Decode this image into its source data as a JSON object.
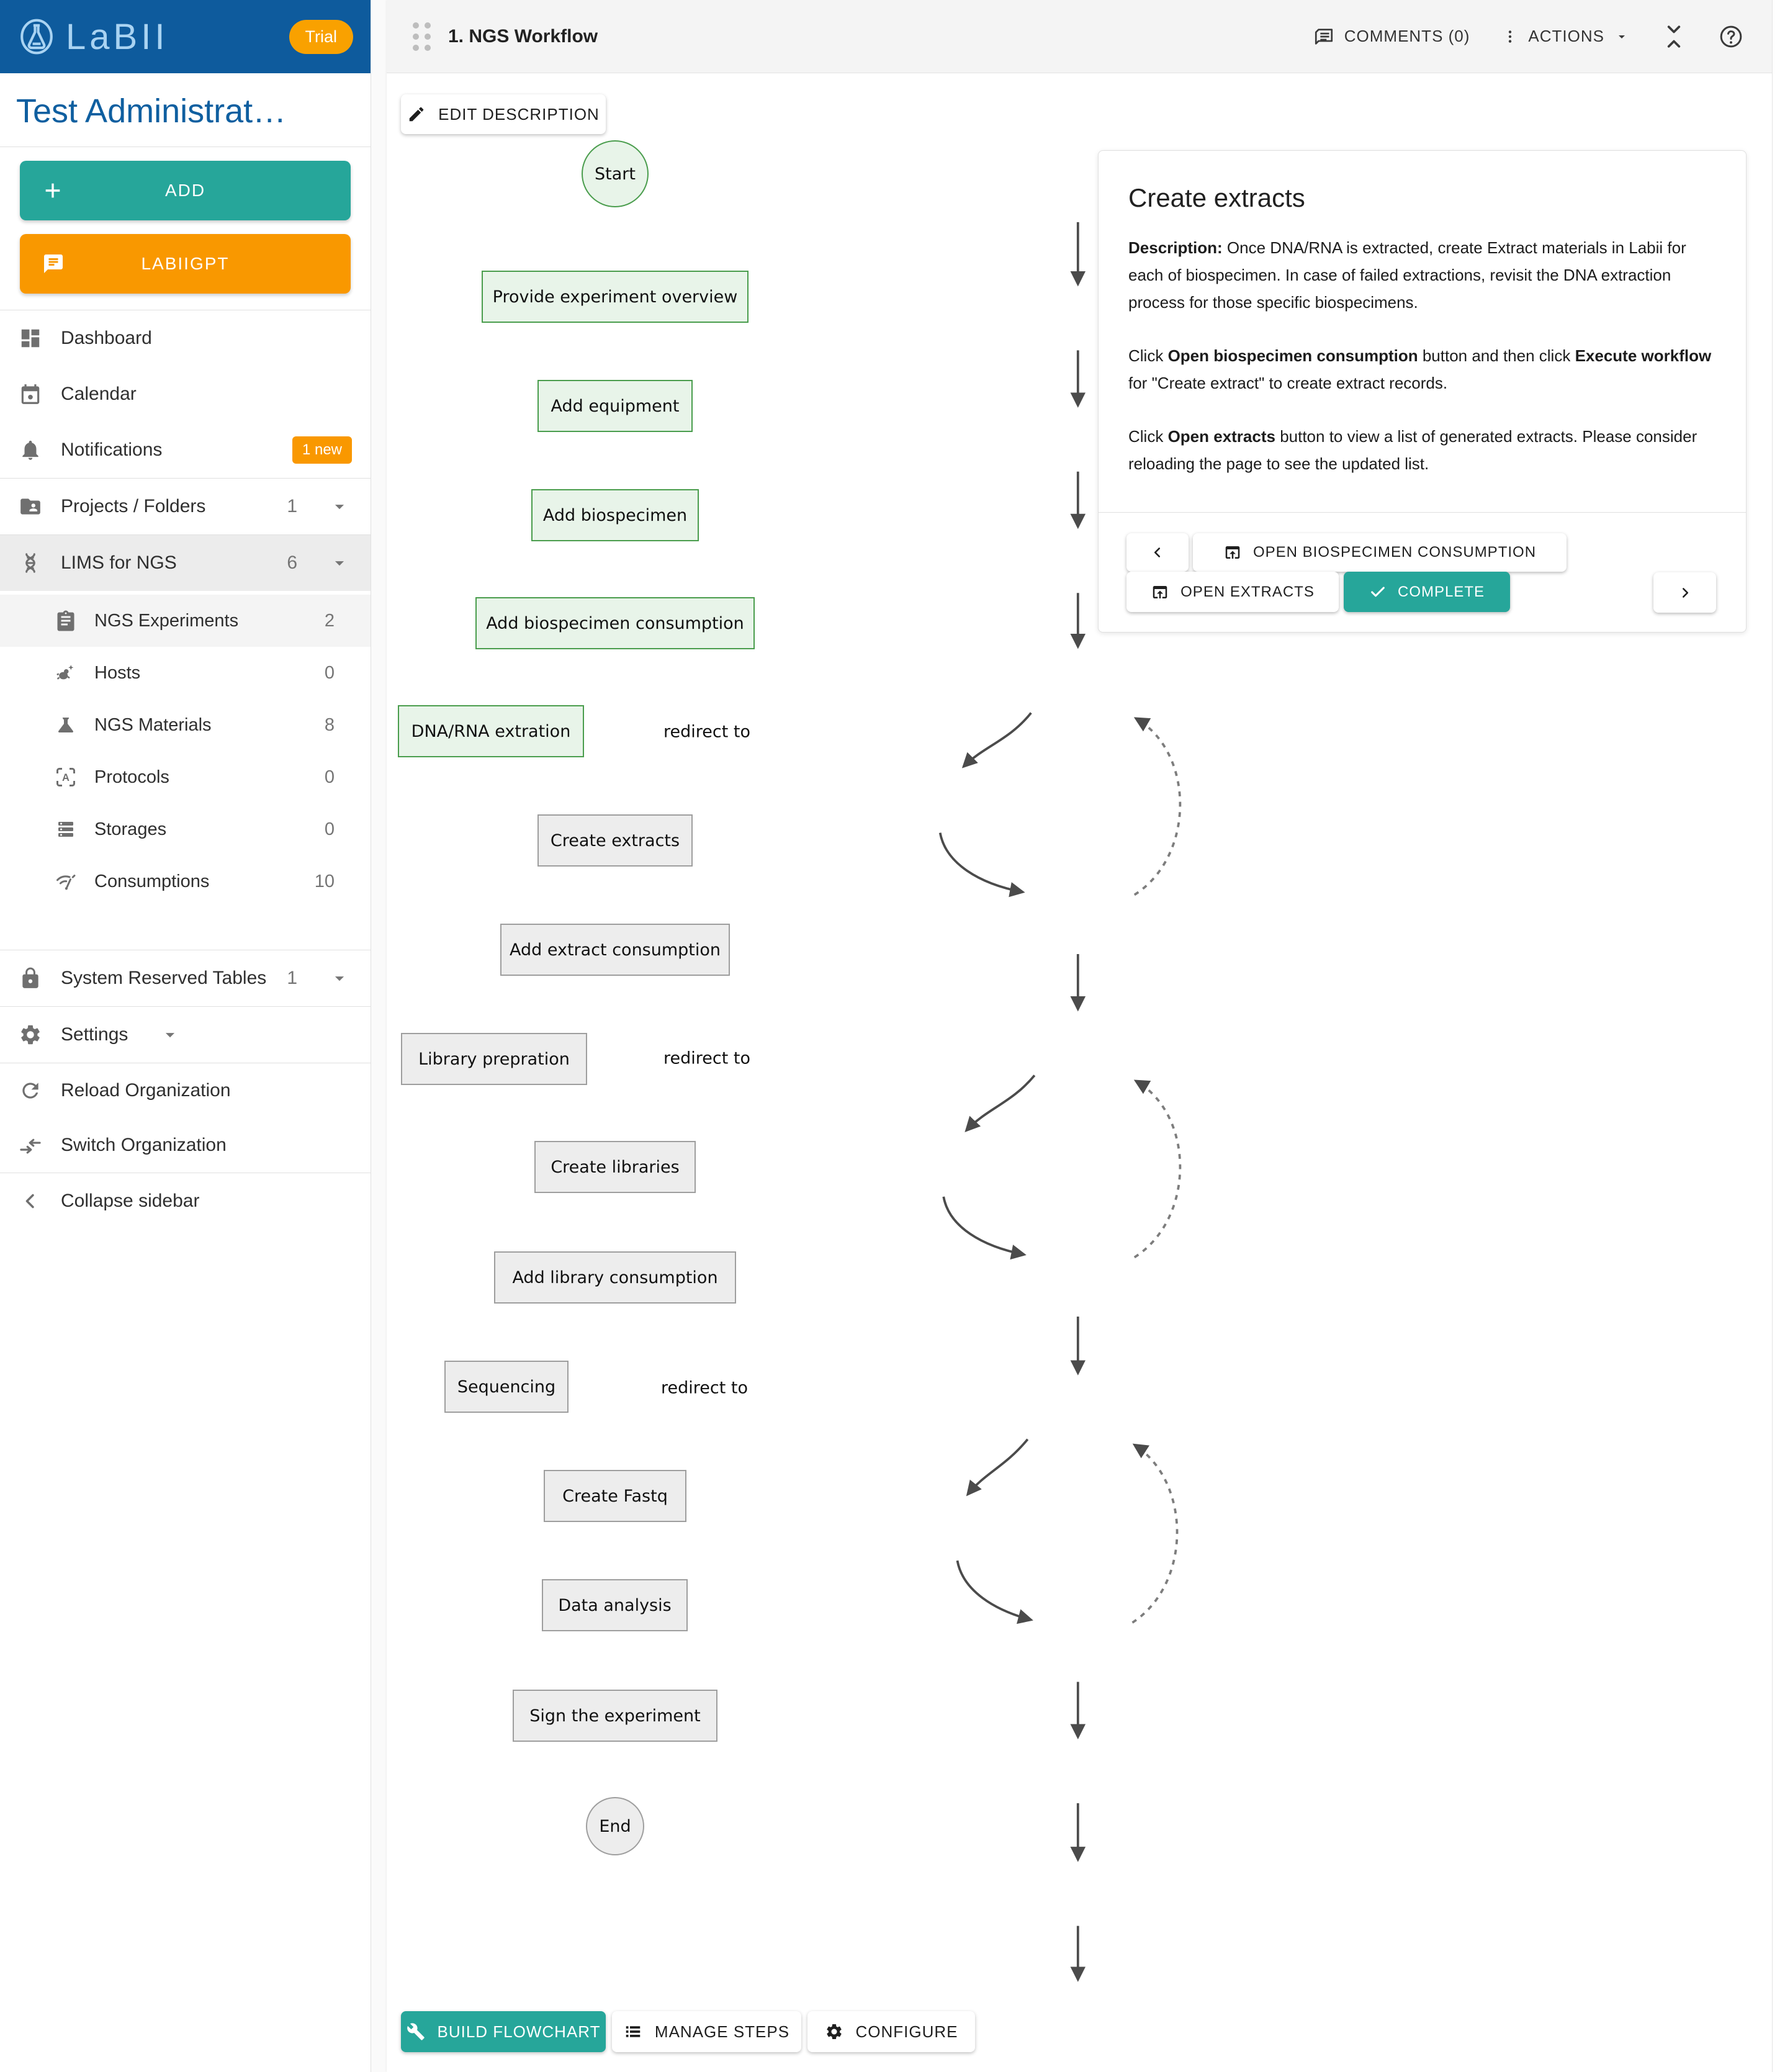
{
  "colors": {
    "brand_blue": "#0e5b9d",
    "teal": "#26a69a",
    "orange": "#f99800",
    "trial_orange": "#f9a100",
    "node_green_fill": "#e8f4e9",
    "node_green_border": "#4a9d4d",
    "node_gray_fill": "#ededed",
    "node_gray_border": "#9e9e9e",
    "arrow": "#4b4b4b"
  },
  "sidebar": {
    "brand": "LaBII",
    "trial_badge": "Trial",
    "user_name": "Test Administrat…",
    "add_button": "ADD",
    "gpt_button": "LABIIGPT",
    "nav": [
      {
        "label": "Dashboard"
      },
      {
        "label": "Calendar"
      },
      {
        "label": "Notifications",
        "badge": "1 new"
      }
    ],
    "projects": {
      "label": "Projects / Folders",
      "count": "1"
    },
    "lims": {
      "label": "LIMS for NGS",
      "count": "6"
    },
    "lims_children": [
      {
        "label": "NGS Experiments",
        "count": "2"
      },
      {
        "label": "Hosts",
        "count": "0"
      },
      {
        "label": "NGS Materials",
        "count": "8"
      },
      {
        "label": "Protocols",
        "count": "0"
      },
      {
        "label": "Storages",
        "count": "0"
      },
      {
        "label": "Consumptions",
        "count": "10"
      }
    ],
    "system": {
      "label": "System Reserved Tables",
      "count": "1"
    },
    "settings": {
      "label": "Settings"
    },
    "reload": {
      "label": "Reload Organization"
    },
    "switch": {
      "label": "Switch Organization"
    },
    "collapse": {
      "label": "Collapse sidebar"
    }
  },
  "header": {
    "title": "1. NGS Workflow",
    "comments": "COMMENTS (0)",
    "actions": "ACTIONS"
  },
  "workflow": {
    "edit_description": "EDIT DESCRIPTION",
    "redirect_label": "redirect to",
    "nodes": [
      {
        "label": "Start"
      },
      {
        "label": "Provide experiment overview"
      },
      {
        "label": "Add equipment"
      },
      {
        "label": "Add biospecimen"
      },
      {
        "label": "Add biospecimen consumption"
      },
      {
        "label": "DNA/RNA extration"
      },
      {
        "label": "Create extracts"
      },
      {
        "label": "Add extract consumption"
      },
      {
        "label": "Library prepration"
      },
      {
        "label": "Create libraries"
      },
      {
        "label": "Add library consumption"
      },
      {
        "label": "Sequencing"
      },
      {
        "label": "Create Fastq"
      },
      {
        "label": "Data analysis"
      },
      {
        "label": "Sign the experiment"
      },
      {
        "label": "End"
      }
    ],
    "footer": {
      "build": "BUILD FLOWCHART",
      "manage": "MANAGE STEPS",
      "configure": "CONFIGURE"
    }
  },
  "panel": {
    "title": "Create extracts",
    "paragraphs": [
      [
        {
          "t": "Description: ",
          "b": true
        },
        {
          "t": "Once DNA/RNA is extracted, create Extract materials in Labii for each of biospecimen. In case of failed extractions, revisit the DNA extraction process for those specific biospecimens.",
          "b": false
        }
      ],
      [
        {
          "t": "Click ",
          "b": false
        },
        {
          "t": "Open biospecimen consumption",
          "b": true
        },
        {
          "t": " button and then click ",
          "b": false
        },
        {
          "t": "Execute workflow",
          "b": true
        },
        {
          "t": " for \"Create extract\" to create extract records.",
          "b": false
        }
      ],
      [
        {
          "t": "Click ",
          "b": false
        },
        {
          "t": "Open extracts",
          "b": true
        },
        {
          "t": " button to view a list of generated extracts. Please consider reloading the page to see the updated list.",
          "b": false
        }
      ]
    ],
    "buttons": {
      "open_biospecimen": "OPEN BIOSPECIMEN CONSUMPTION",
      "open_extracts": "OPEN EXTRACTS",
      "complete": "COMPLETE"
    }
  }
}
